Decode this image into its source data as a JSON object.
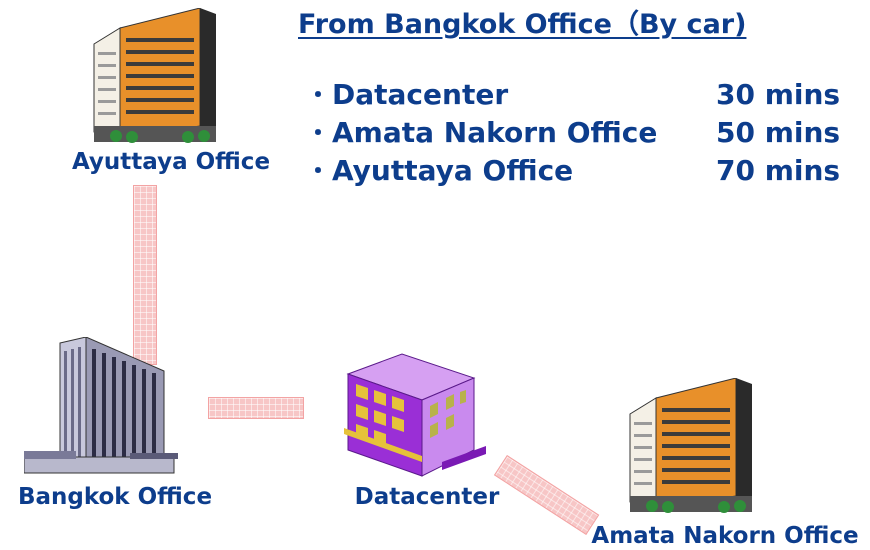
{
  "title": "From Bangkok Office（By car)",
  "travel_times": [
    {
      "bullet": "・",
      "destination": "Datacenter",
      "time": "30 mins"
    },
    {
      "bullet": "・",
      "destination": "Amata Nakorn Office",
      "time": "50 mins"
    },
    {
      "bullet": "・",
      "destination": "Ayuttaya Office",
      "time": "70 mins"
    }
  ],
  "nodes": {
    "ayuttaya": {
      "label": "Ayuttaya Office",
      "icon": "orange-office-building-icon"
    },
    "bangkok": {
      "label": "Bangkok Office",
      "icon": "grey-highrise-building-icon"
    },
    "datacenter": {
      "label": "Datacenter",
      "icon": "purple-datacenter-building-icon"
    },
    "amata": {
      "label": "Amata Nakorn Office",
      "icon": "orange-office-building-icon"
    }
  },
  "colors": {
    "text": "#0d3d8c",
    "link_fill": "#f7c6c6",
    "orange_building": "#e8902a",
    "grey_building": "#9a9ab4",
    "purple_building": "#9a2fd6"
  }
}
